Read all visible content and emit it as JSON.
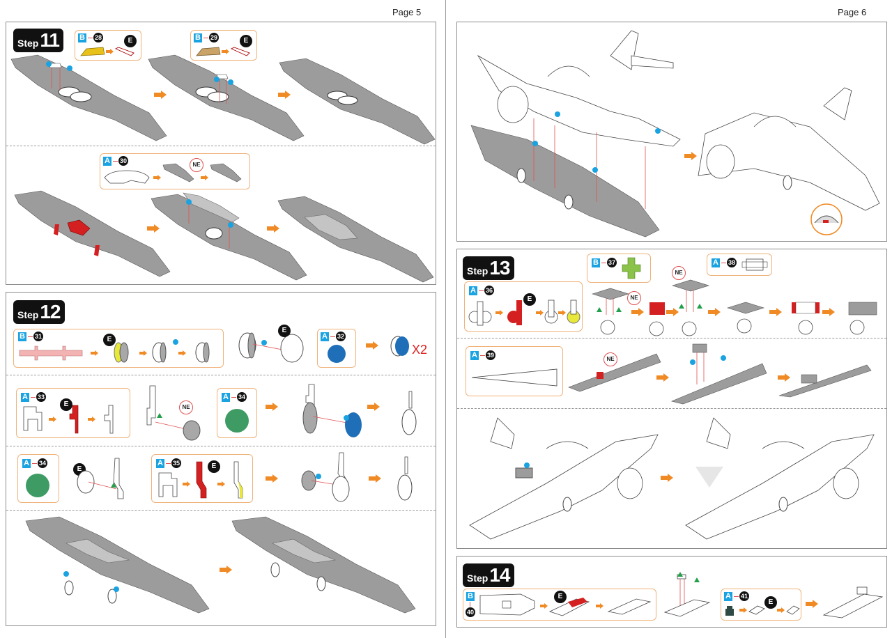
{
  "pages": [
    {
      "label": "Page 5"
    },
    {
      "label": "Page 6"
    }
  ],
  "steps": {
    "step11": {
      "word": "Step",
      "number": "11",
      "callouts": [
        {
          "sheet": "B",
          "part": "28",
          "mark": "E"
        },
        {
          "sheet": "B",
          "part": "29",
          "mark": "E"
        },
        {
          "sheet": "A",
          "part": "30",
          "mark": "NE"
        }
      ]
    },
    "step12": {
      "word": "Step",
      "number": "12",
      "callouts": [
        {
          "sheet": "B",
          "part": "31",
          "mark": "E"
        },
        {
          "sheet": "A",
          "part": "32",
          "mark": "E"
        },
        {
          "sheet": "A",
          "part": "33",
          "mark": "E"
        },
        {
          "sheet": "A",
          "part": "34",
          "mark": "NE"
        },
        {
          "sheet": "A",
          "part": "34",
          "mark": "E"
        },
        {
          "sheet": "A",
          "part": "35",
          "mark": "E"
        }
      ],
      "multiplier": "X2"
    },
    "step13": {
      "word": "Step",
      "number": "13",
      "callouts": [
        {
          "sheet": "A",
          "part": "36",
          "mark": "E"
        },
        {
          "sheet": "B",
          "part": "37",
          "mark": "NE"
        },
        {
          "sheet": "A",
          "part": "38",
          "mark": "NE"
        },
        {
          "sheet": "A",
          "part": "39",
          "mark": "NE"
        }
      ]
    },
    "step14": {
      "word": "Step",
      "number": "14",
      "callouts": [
        {
          "sheet": "B",
          "part": "40",
          "mark": "E"
        },
        {
          "sheet": "A",
          "part": "41",
          "mark": "E"
        }
      ]
    }
  },
  "colors": {
    "accent_arrow": "#f08a24",
    "callout_border": "#f0b27a",
    "sheet_badge": "#1aa3e0",
    "highlight_red": "#e02020",
    "part_gray": "#9c9c9c"
  }
}
